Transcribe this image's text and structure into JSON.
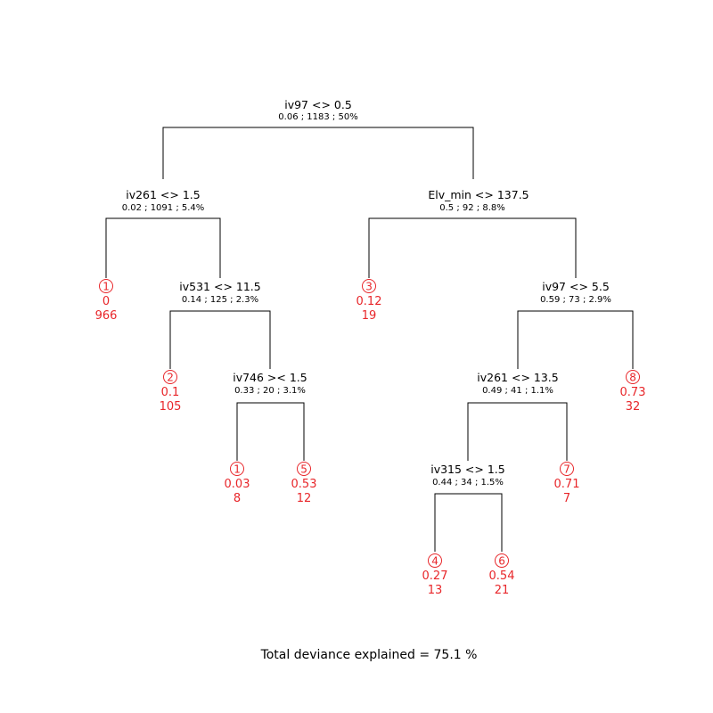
{
  "colors": {
    "leaf": "#e8262a",
    "line": "#000000",
    "text": "#000000"
  },
  "nodes": {
    "n0": {
      "label": "iv97 <> 0.5",
      "stats": "0.06 ; 1183 ; 50%"
    },
    "n1": {
      "label": "iv261 <> 1.5",
      "stats": "0.02 ; 1091 ; 5.4%"
    },
    "n2": {
      "label": "Elv_min <> 137.5",
      "stats": "0.5 ; 92 ; 8.8%"
    },
    "n3": {
      "label": "iv531 <> 11.5",
      "stats": "0.14 ; 125 ; 2.3%"
    },
    "n4": {
      "label": "iv97 <> 5.5",
      "stats": "0.59 ; 73 ; 2.9%"
    },
    "n5": {
      "label": "iv746 >< 1.5",
      "stats": "0.33 ; 20 ; 3.1%"
    },
    "n6": {
      "label": "iv261 <> 13.5",
      "stats": "0.49 ; 41 ; 1.1%"
    },
    "n7": {
      "label": "iv315 <> 1.5",
      "stats": "0.44 ; 34 ; 1.5%"
    }
  },
  "leaves": {
    "l0": {
      "id": "1",
      "value": "0",
      "count": "966"
    },
    "l1": {
      "id": "3",
      "value": "0.12",
      "count": "19"
    },
    "l2": {
      "id": "2",
      "value": "0.1",
      "count": "105"
    },
    "l3": {
      "id": "8",
      "value": "0.73",
      "count": "32"
    },
    "l4": {
      "id": "1",
      "value": "0.03",
      "count": "8"
    },
    "l5": {
      "id": "5",
      "value": "0.53",
      "count": "12"
    },
    "l6": {
      "id": "7",
      "value": "0.71",
      "count": "7"
    },
    "l7": {
      "id": "4",
      "value": "0.27",
      "count": "13"
    },
    "l8": {
      "id": "6",
      "value": "0.54",
      "count": "21"
    }
  },
  "footer": {
    "text": "Total deviance explained = 75.1 %"
  }
}
